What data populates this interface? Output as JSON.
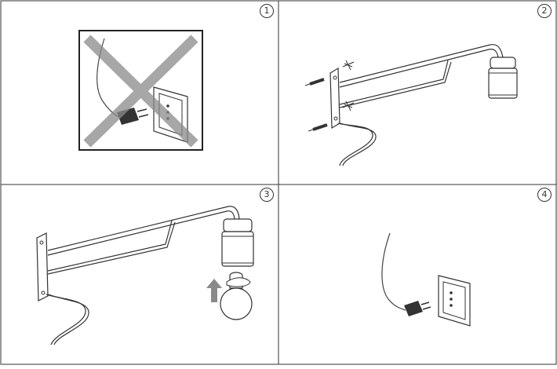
{
  "steps": [
    {
      "number": "1"
    },
    {
      "number": "2"
    },
    {
      "number": "3"
    },
    {
      "number": "4"
    }
  ],
  "colors": {
    "line": "#333333",
    "cross": "#8a8a8a",
    "arrow": "#8a8a8a",
    "frame": "#222222"
  },
  "icons": [
    "no-plug-cross-icon",
    "wall-socket-icon",
    "plug-icon",
    "screw-icon",
    "wall-anchor-icon",
    "bulb-icon",
    "arrow-up-icon",
    "lamp-holder-icon"
  ]
}
